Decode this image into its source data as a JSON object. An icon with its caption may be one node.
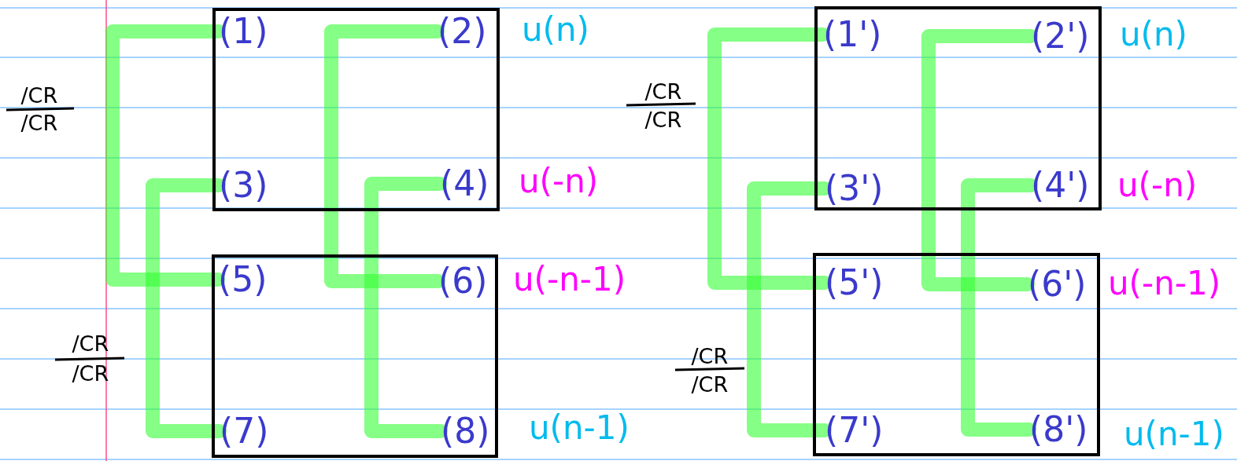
{
  "diagram": {
    "nodes": [
      {
        "text": [],
        "shape": "box"
      },
      {
        "text": [
          "(1)"
        ],
        "in": 0
      },
      {
        "text": [
          "(2)"
        ],
        "in": 0
      },
      {
        "text": [
          "(3)"
        ],
        "in": 0
      },
      {
        "text": [
          "(4)"
        ],
        "in": 0
      },
      {
        "text": [],
        "shape": "box"
      },
      {
        "text": [
          "(5)"
        ],
        "in": 5
      },
      {
        "text": [
          "(6)"
        ],
        "in": 5
      },
      {
        "text": [
          "(7)"
        ],
        "in": 5
      },
      {
        "text": [
          "(8)"
        ],
        "in": 5
      },
      {
        "text": [],
        "shape": "box"
      },
      {
        "text": [
          "(1')"
        ],
        "in": 10
      },
      {
        "text": [
          "(2')"
        ],
        "in": 10
      },
      {
        "text": [
          "(3')"
        ],
        "in": 10
      },
      {
        "text": [
          "(4')"
        ],
        "in": 10
      },
      {
        "text": [],
        "shape": "box"
      },
      {
        "text": [
          "(5')"
        ],
        "in": 15
      },
      {
        "text": [
          "(6')"
        ],
        "in": 15
      },
      {
        "text": [
          "(7')"
        ],
        "in": 15
      },
      {
        "text": [
          "(8')"
        ],
        "in": 15
      }
    ],
    "edges": [
      {
        "from": 1,
        "to": 6,
        "arrow": "none"
      },
      {
        "from": 3,
        "to": 8,
        "arrow": "none"
      },
      {
        "from": 2,
        "to": 7,
        "arrow": "none"
      },
      {
        "from": 4,
        "to": 9,
        "arrow": "none"
      },
      {
        "from": 11,
        "to": 16,
        "arrow": "none"
      },
      {
        "from": 13,
        "to": 18,
        "arrow": "none"
      },
      {
        "from": 12,
        "to": 17,
        "arrow": "none"
      },
      {
        "from": 14,
        "to": 19,
        "arrow": "none"
      }
    ],
    "labels": [
      "u(n)",
      "u(n)",
      "/CR",
      "/CR",
      "/CR",
      "/CR",
      "u(-n)",
      "u(-n)",
      "u(-n-1)",
      "u(-n-1)",
      "/CR",
      "/CR",
      "/CR",
      "/CR",
      "u(n-1)",
      "u(n-1)"
    ]
  }
}
